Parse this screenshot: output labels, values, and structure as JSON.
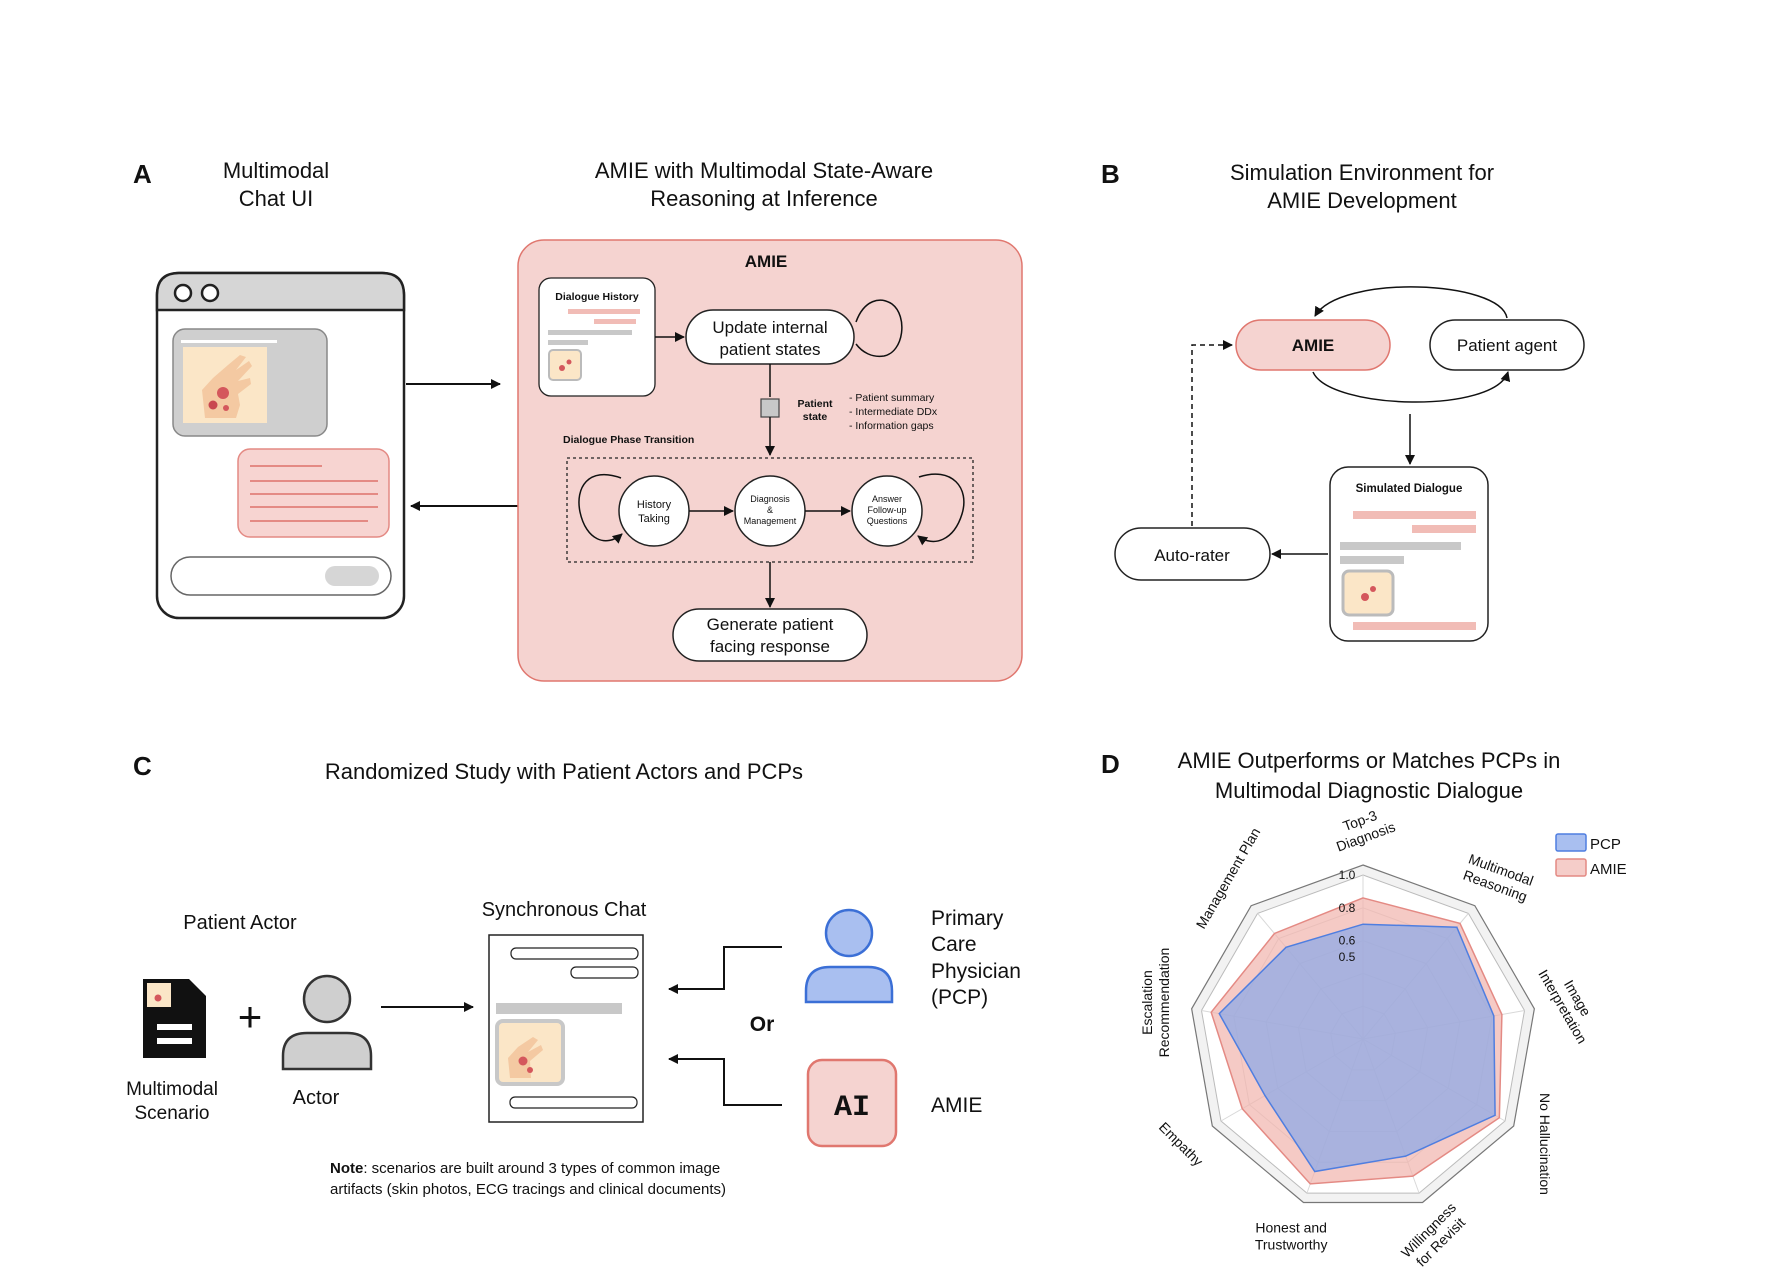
{
  "panel_a": {
    "letter": "A",
    "ui_title_line1": "Multimodal",
    "ui_title_line2": "Chat UI",
    "amie_title_line1": "AMIE with Multimodal State-Aware",
    "amie_title_line2": "Reasoning at Inference",
    "amie_box_label": "AMIE",
    "dialogue_history_label": "Dialogue History",
    "update_line1": "Update internal",
    "update_line2": "patient states",
    "patient_state_line1": "Patient",
    "patient_state_line2": "state",
    "state_items": [
      "- Patient summary",
      "- Intermediate DDx",
      "- Information gaps"
    ],
    "phase_transition_label": "Dialogue Phase Transition",
    "phase_history_line1": "History",
    "phase_history_line2": "Taking",
    "phase_diag_line1": "Diagnosis",
    "phase_diag_line2": "&",
    "phase_diag_line3": "Management",
    "phase_answer_line1": "Answer",
    "phase_answer_line2": "Follow-up",
    "phase_answer_line3": "Questions",
    "generate_line1": "Generate patient",
    "generate_line2": "facing response"
  },
  "panel_b": {
    "letter": "B",
    "title_line1": "Simulation Environment for",
    "title_line2": "AMIE Development",
    "amie_label": "AMIE",
    "patient_agent_label": "Patient agent",
    "simulated_dialogue_label": "Simulated Dialogue",
    "auto_rater_label": "Auto-rater"
  },
  "panel_c": {
    "letter": "C",
    "title": "Randomized Study with Patient Actors and PCPs",
    "patient_actor_label": "Patient Actor",
    "scenario_line1": "Multimodal",
    "scenario_line2": "Scenario",
    "plus_symbol": "+",
    "actor_label": "Actor",
    "sync_chat_label": "Synchronous Chat",
    "or_label": "Or",
    "pcp_lines": [
      "Primary",
      "Care",
      "Physician",
      "(PCP)"
    ],
    "ai_badge": "AI",
    "amie_label": "AMIE",
    "note_bold": "Note",
    "note_line1": ": scenarios are built around 3 types of common image",
    "note_line2": "artifacts (skin photos, ECG tracings and  clinical documents)"
  },
  "panel_d": {
    "letter": "D",
    "title_line1": "AMIE Outperforms or Matches PCPs in",
    "title_line2": "Multimodal Diagnostic Dialogue",
    "legend": [
      "PCP",
      "AMIE"
    ],
    "colors": {
      "pcp": "#8fa9e6",
      "amie": "#f1b3ad"
    }
  },
  "chart_data": {
    "type": "radar",
    "categories": [
      "Top-3 Diagnosis",
      "Multimodal Reasoning",
      "Image Interpretation",
      "No Hallucination",
      "Willingness for Revisit",
      "Honest and Trustworthy",
      "Empathy",
      "Escalation Recommendation",
      "Management Plan"
    ],
    "axis_tick_labels": [
      "1.0",
      "0.8",
      "0.6",
      "0.5"
    ],
    "rlim": [
      0,
      1
    ],
    "series": [
      {
        "name": "PCP",
        "values": [
          0.7,
          0.89,
          0.81,
          0.93,
          0.76,
          0.86,
          0.69,
          0.89,
          0.73
        ]
      },
      {
        "name": "AMIE",
        "values": [
          0.86,
          0.92,
          0.86,
          0.96,
          0.89,
          0.94,
          0.85,
          0.94,
          0.84
        ]
      }
    ],
    "legend_position": "top-right"
  }
}
